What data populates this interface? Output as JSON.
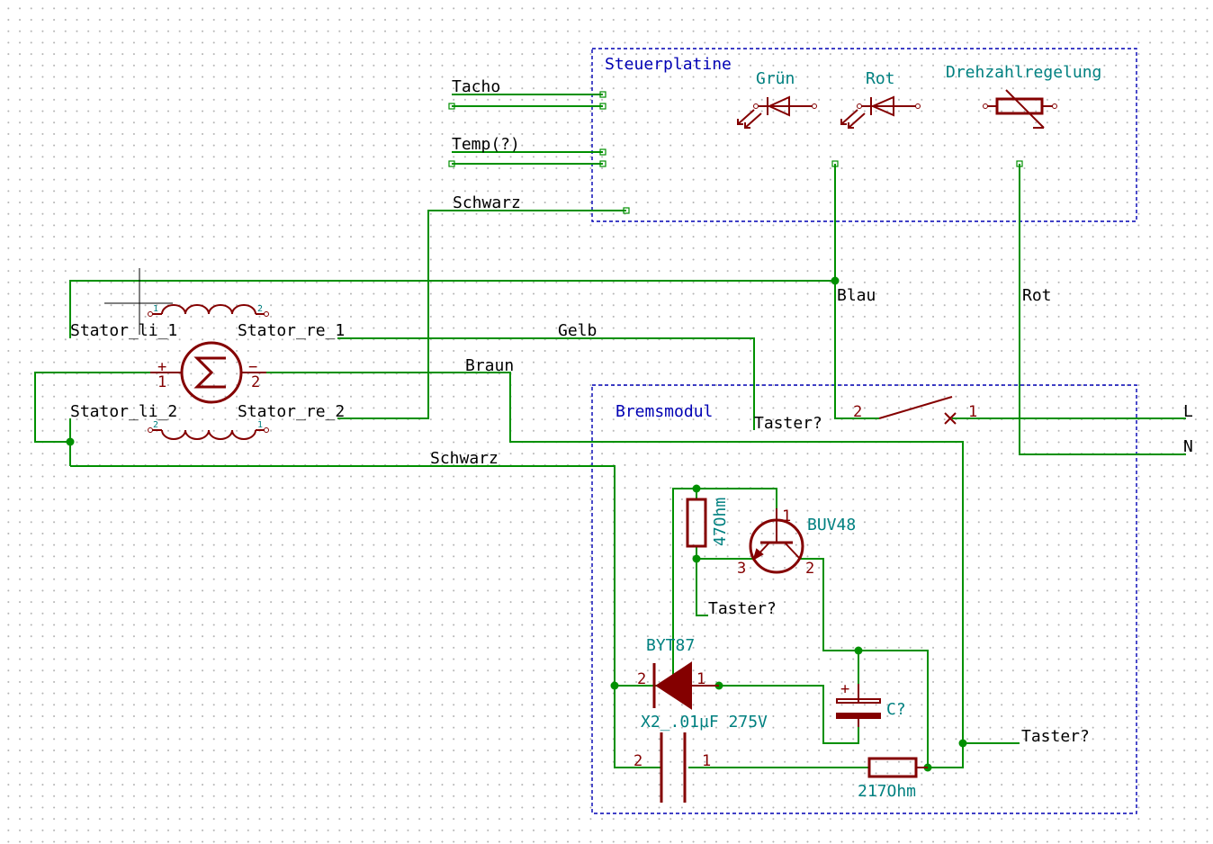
{
  "sheets": {
    "steuerplatine": "Steuerplatine",
    "bremsmodul": "Bremsmodul"
  },
  "components": {
    "led_green": "Grün",
    "led_red": "Rot",
    "potentiometer": "Drehzahlregelung",
    "transistor": "BUV48",
    "diode": "BYT87",
    "capacitor_film": "X2_.01µF 275V",
    "capacitor_elec": "C?",
    "resistor_470": "47Ohm",
    "resistor_217": "217Ohm"
  },
  "net_labels": {
    "tacho": "Tacho",
    "temp": "Temp(?)",
    "schwarz_top": "Schwarz",
    "blau": "Blau",
    "rot": "Rot",
    "gelb": "Gelb",
    "braun": "Braun",
    "stator_li_1": "Stator_li_1",
    "stator_re_1": "Stator_re_1",
    "stator_li_2": "Stator_li_2",
    "stator_re_2": "Stator_re_2",
    "taster_top": "Taster?",
    "schwarz_mid": "Schwarz",
    "taster_transistor": "Taster?",
    "taster_right": "Taster?",
    "L": "L",
    "N": "N"
  },
  "pin_numbers": {
    "motor_pin1": "1",
    "motor_pin2": "2",
    "motor_plus": "+",
    "motor_minus": "−",
    "switch_pin2": "2",
    "switch_pin1": "1",
    "transistor_pin1": "1",
    "transistor_pin2": "2",
    "transistor_pin3": "3",
    "diode_pin2": "2",
    "diode_pin1": "1",
    "cap_pin2": "2",
    "cap_pin1": "1",
    "cap_plus": "+",
    "coil_top_pin1": "1",
    "coil_top_pin2": "2",
    "coil_bot_pin2": "2",
    "coil_bot_pin1": "1"
  },
  "colors": {
    "wire": "#009000",
    "symbol": "#840000",
    "sheet_border": "#0000b4",
    "reference": "#008080",
    "label": "#000000"
  }
}
